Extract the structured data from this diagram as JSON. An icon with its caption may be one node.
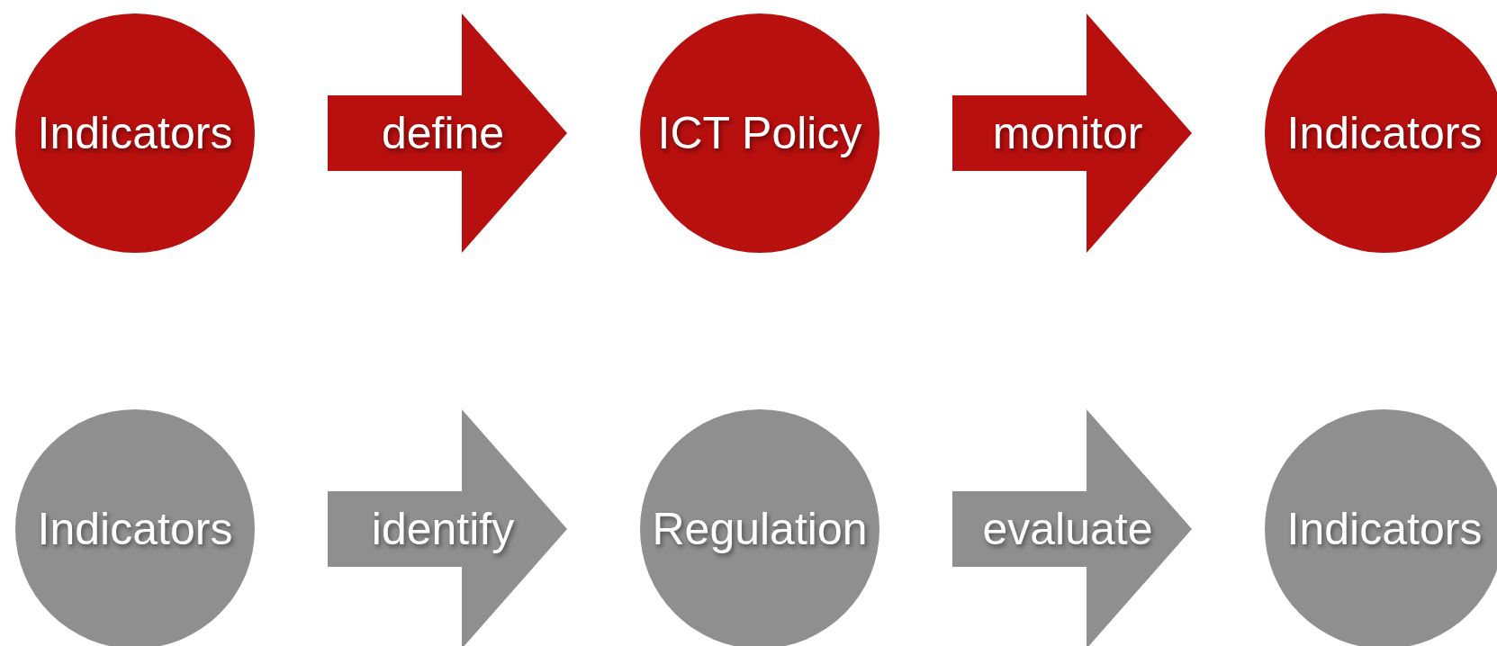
{
  "diagram": {
    "nodes": [
      {
        "text": [
          "Indicators"
        ]
      },
      {
        "text": [
          "ICT Policy"
        ]
      },
      {
        "text": [
          "Indicators"
        ]
      },
      {
        "text": [
          "Indicators"
        ]
      },
      {
        "text": [
          "Regulation"
        ]
      },
      {
        "text": [
          "Indicators"
        ]
      }
    ],
    "edges": [
      {
        "from": 0,
        "to": 1,
        "arrow": "to",
        "label": "define"
      },
      {
        "from": 1,
        "to": 2,
        "arrow": "to",
        "label": "monitor"
      },
      {
        "from": 3,
        "to": 4,
        "arrow": "to",
        "label": "identify",
        "color": "#8f8f8f"
      },
      {
        "from": 4,
        "to": 5,
        "arrow": "to",
        "label": "evaluate",
        "color": "#8f8f8f"
      }
    ]
  }
}
